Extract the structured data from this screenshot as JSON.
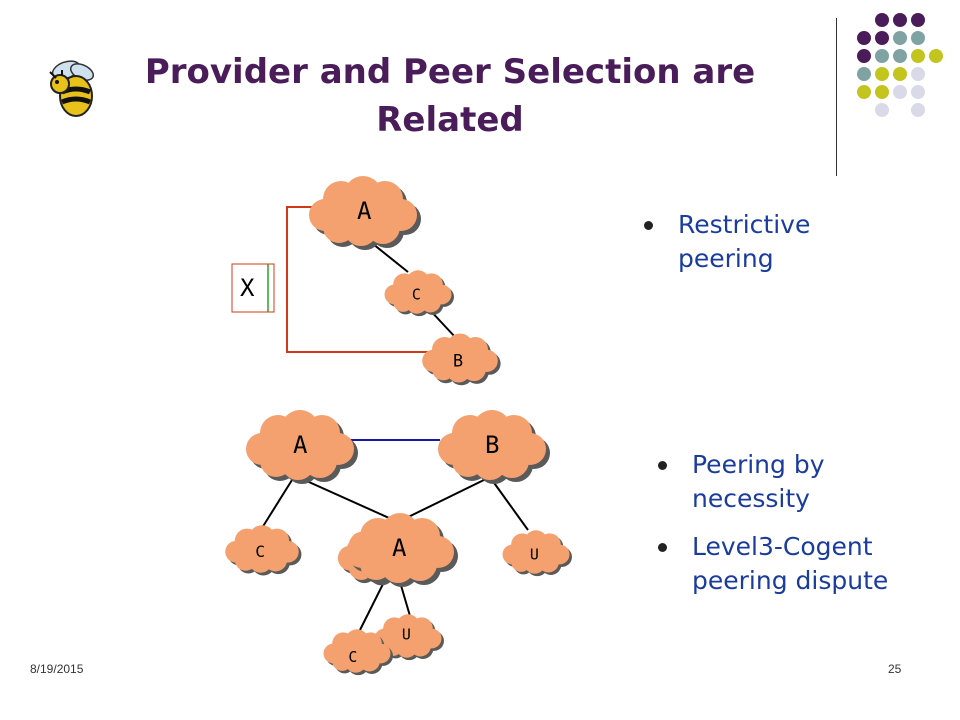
{
  "slide": {
    "title": "Provider and Peer Selection are Related",
    "date": "8/19/2015",
    "page_number": "25"
  },
  "diagram_top": {
    "nodes": {
      "a": "A",
      "c": "C",
      "b": "B"
    },
    "blocked_marker": "X"
  },
  "diagram_bottom": {
    "nodes": {
      "a": "A",
      "b": "B",
      "c_left": "C",
      "a_mid": "A",
      "u_right": "U",
      "c_bottom": "C",
      "u_bottom": "U"
    }
  },
  "bullets_top": [
    {
      "text_line1": "Restrictive",
      "text_line2": "peering"
    }
  ],
  "bullets_bottom": [
    {
      "text_line1": "Peering by",
      "text_line2": "necessity"
    },
    {
      "text_line1": "Level3-Cogent",
      "text_line2": "peering dispute"
    }
  ],
  "colors": {
    "title": "#4a1c5a",
    "bullet_text": "#1a3c9c",
    "cloud_fill": "#f4a16f",
    "cloud_shadow": "#5a5a5a",
    "red_link": "#d03a1a",
    "blue_link": "#1a1aa0",
    "dot_purple": "#4a1c5a",
    "dot_teal": "#7fa3a3",
    "dot_olive": "#c4c41e",
    "dot_lavender": "#d9d9e8"
  },
  "icons": {
    "logo": "bee-mascot-icon"
  }
}
